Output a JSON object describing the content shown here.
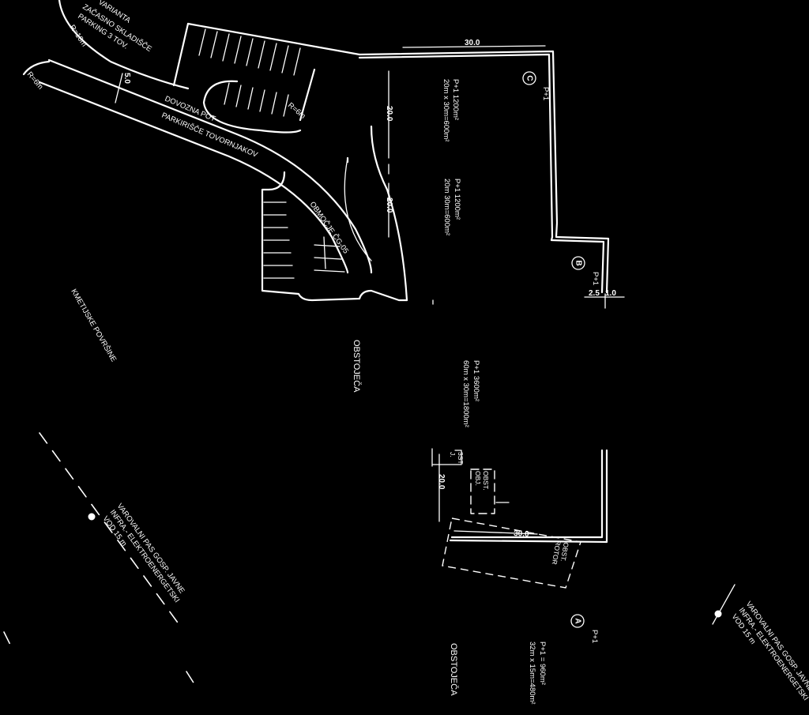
{
  "plan": {
    "notes": {
      "variant_line1": "VARIANTA",
      "variant_line2": "ZAČASNO SKLADIŠČE",
      "variant_line3": "PARKING 3 TOV.",
      "variant_radius": "R=10m",
      "left_radius": "R=6m",
      "access_road": "DOVOZNA POT",
      "truck_parking": "PARKIRIŠČE TOVORNJAKOV",
      "range_label": "OBMOČJE ČG-05",
      "radius_small": "R=6m",
      "farmland": "KMETIJSKE POVRŠINE"
    },
    "buildings": {
      "c": {
        "letter": "C",
        "floors": "P+1",
        "area_line1": "P+1  1200m²",
        "area_line2": "20m x 30m=600m²"
      },
      "b_upper": {
        "area_line1": "P+1  1200m²",
        "area_line2": "20m   30m=600m²"
      },
      "b": {
        "letter": "B",
        "floors": "P+1"
      },
      "main": {
        "area_line1": "P+1  3600m²",
        "area_line2": "60m x 30m=1800m²"
      },
      "a": {
        "letter": "A",
        "floors": "P+1",
        "area_line1": "P+1 = 960m²",
        "area_line2": "32m x 15m=480m²"
      }
    },
    "existing": {
      "label_top": "OBSTOJEČA",
      "label_bottom": "OBSTOJEČA",
      "obj_line1": "OBST.",
      "obj_line2": "OBJ.",
      "rotor_line1": "OBST.",
      "rotor_line2": "ROTOR",
      "small_frag1": "3ST",
      "small_frag2": "J."
    },
    "dimensions": {
      "top_width": "30.0",
      "depth_c": "20.0",
      "depth_b": "20.0",
      "road_width": "5.0",
      "offset_a": "2.5",
      "offset_b": "1.0",
      "depth_lower": "20.0",
      "bottom_width": "30.0"
    },
    "corridors": {
      "left_line1": "VAROVALNI PAS GOSP. JAVNE",
      "left_line2": "INFRA.- ELEKTROENERGETSKI",
      "left_line3": "VOD 15 m",
      "right_line1": "VAROVALNI PAS GOSP. JAVNE",
      "right_line2": "INFRA.- ELEKTROENERGETSKI",
      "right_line3": "VOD 15 m"
    }
  }
}
